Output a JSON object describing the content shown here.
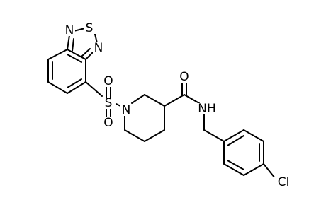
{
  "molecule": {
    "atom_labels": {
      "n_thiadiazole_left": "N",
      "s_thiadiazole": "S",
      "n_thiadiazole_right": "N",
      "s_sulfonyl": "S",
      "o_sulfonyl_top": "O",
      "o_sulfonyl_bottom": "O",
      "n_piperidine": "N",
      "o_carbonyl": "O",
      "nh_amide": "NH",
      "cl": "Cl"
    }
  }
}
